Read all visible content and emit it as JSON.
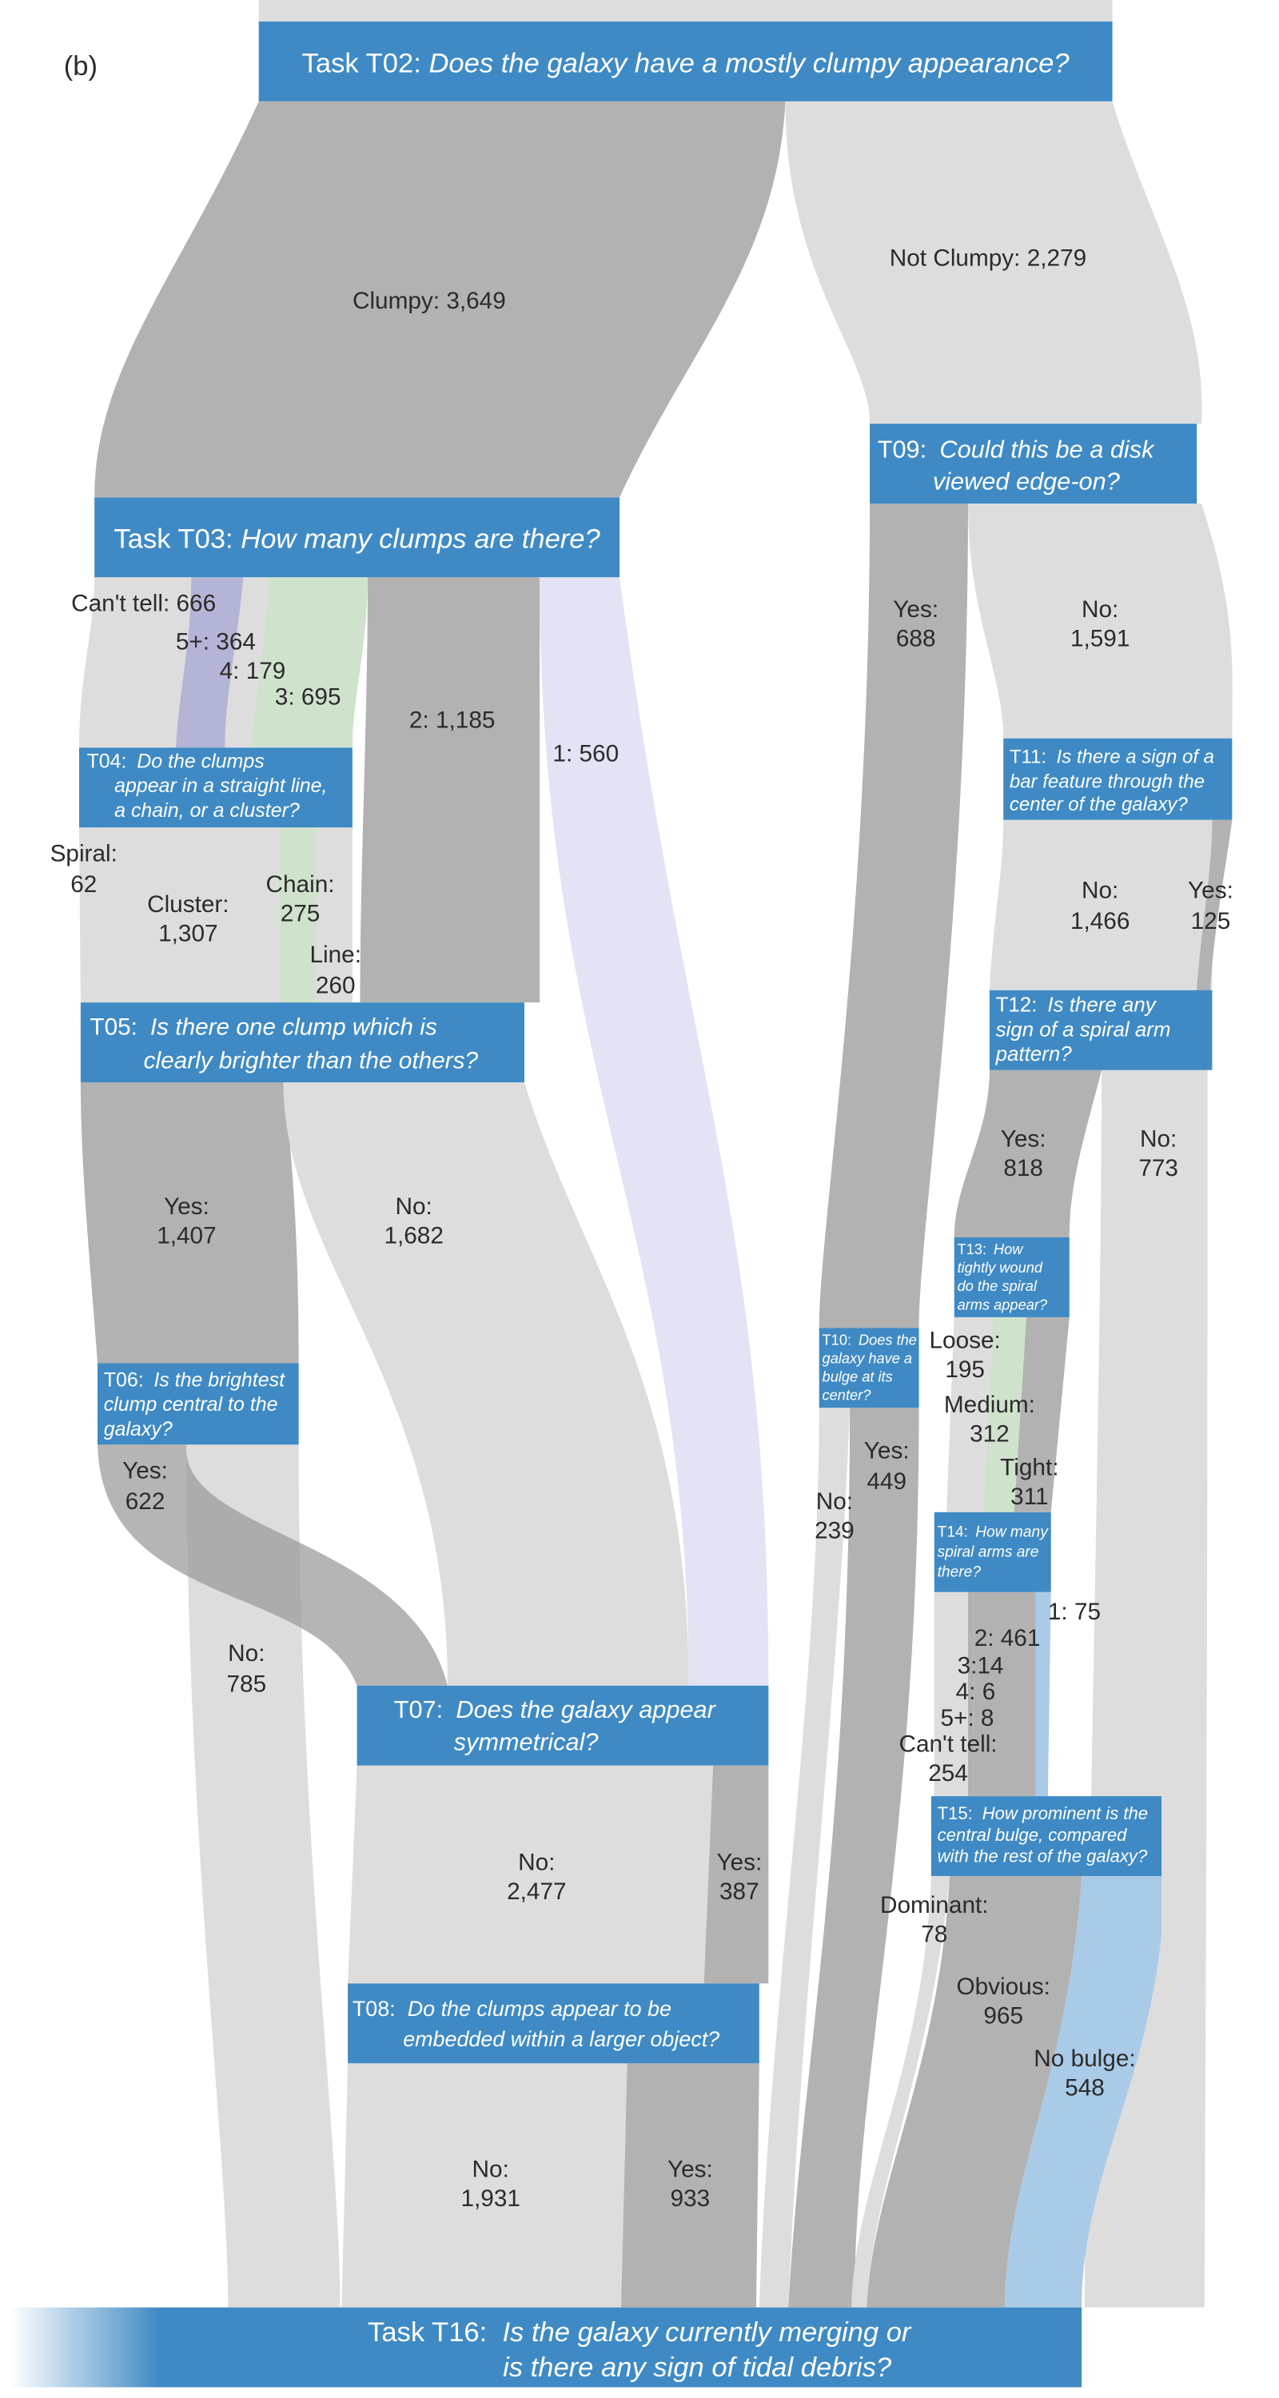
{
  "panel_label": "(b)",
  "colors": {
    "task_box": "#3f8ac4",
    "flow_dark": "#b2b2b2",
    "flow_light": "#dddddd",
    "flow_purple": "#b4b4d6",
    "flow_green": "#cfe3cc",
    "flow_lavender": "#e3e3f6",
    "flow_blue": "#a9cbe7",
    "flow_deep": "#999999"
  },
  "tasks": {
    "t02": {
      "id": "Task T02:",
      "q": "Does the galaxy have a mostly clumpy appearance?"
    },
    "t03": {
      "id": "Task T03:",
      "q": "How many clumps are there?"
    },
    "t04": {
      "id": "T04:",
      "q1": "Do the clumps",
      "q2": "appear in a straight line,",
      "q3": "a chain, or a cluster?"
    },
    "t05": {
      "id": "T05:",
      "q1": "Is there one clump which is",
      "q2": "clearly brighter than the others?"
    },
    "t06": {
      "id": "T06:",
      "q1": "Is the brightest",
      "q2": "clump central to the",
      "q3": "galaxy?"
    },
    "t07": {
      "id": "T07:",
      "q1": "Does the galaxy appear",
      "q2": "symmetrical?"
    },
    "t08": {
      "id": "T08:",
      "q1": "Do the clumps appear to be",
      "q2": "embedded within a larger object?"
    },
    "t09": {
      "id": "T09:",
      "q1": "Could this be a disk",
      "q2": "viewed edge-on?"
    },
    "t10": {
      "id": "T10:",
      "q1": "Does the",
      "q2": "galaxy have a",
      "q3": "bulge at its",
      "q4": "center?"
    },
    "t11": {
      "id": "T11:",
      "q1": "Is there a sign of a",
      "q2": "bar feature through the",
      "q3": "center of the galaxy?"
    },
    "t12": {
      "id": "T12:",
      "q1": "Is there any",
      "q2": "sign of a spiral arm",
      "q3": "pattern?"
    },
    "t13": {
      "id": "T13:",
      "q1": "How",
      "q2": "tightly wound",
      "q3": "do the spiral",
      "q4": "arms appear?"
    },
    "t14": {
      "id": "T14:",
      "q1": "How many",
      "q2": "spiral arms are",
      "q3": "there?"
    },
    "t15": {
      "id": "T15:",
      "q1": "How prominent is the",
      "q2": "central bulge, compared",
      "q3": "with the rest of the galaxy?"
    },
    "t16": {
      "id": "Task T16:",
      "q1": "Is the galaxy currently merging or",
      "q2": "is there any sign of tidal debris?"
    }
  },
  "flows": {
    "clumpy": "Clumpy: 3,649",
    "not_clumpy": "Not Clumpy: 2,279",
    "cant_tell_666": "Can't tell: 666",
    "five_plus_364": "5+: 364",
    "four_179": "4: 179",
    "three_695": "3: 695",
    "two_1185": "2: 1,185",
    "one_560": "1: 560",
    "spiral_label": "Spiral:",
    "spiral_value": "62",
    "cluster_label": "Cluster:",
    "cluster_value": "1,307",
    "chain_label": "Chain:",
    "chain_value": "275",
    "line_label": "Line:",
    "line_value": "260",
    "t05_yes_label": "Yes:",
    "t05_yes_value": "1,407",
    "t05_no_label": "No:",
    "t05_no_value": "1,682",
    "t06_yes_label": "Yes:",
    "t06_yes_value": "622",
    "t06_no_label": "No:",
    "t06_no_value": "785",
    "t07_no_label": "No:",
    "t07_no_value": "2,477",
    "t07_yes_label": "Yes:",
    "t07_yes_value": "387",
    "t08_no_label": "No:",
    "t08_no_value": "1,931",
    "t08_yes_label": "Yes:",
    "t08_yes_value": "933",
    "t09_yes_label": "Yes:",
    "t09_yes_value": "688",
    "t09_no_label": "No:",
    "t09_no_value": "1,591",
    "t11_no_label": "No:",
    "t11_no_value": "1,466",
    "t11_yes_label": "Yes:",
    "t11_yes_value": "125",
    "t12_yes_label": "Yes:",
    "t12_yes_value": "818",
    "t12_no_label": "No:",
    "t12_no_value": "773",
    "t10_yes_label": "Yes:",
    "t10_yes_value": "449",
    "t10_no_label": "No:",
    "t10_no_value": "239",
    "loose_label": "Loose:",
    "loose_value": "195",
    "medium_label": "Medium:",
    "medium_value": "312",
    "tight_label": "Tight:",
    "tight_value": "311",
    "arms_one": "1: 75",
    "arms_two": "2: 461",
    "arms_three": "3:14",
    "arms_four": "4: 6",
    "arms_five": "5+: 8",
    "arms_cant_label": "Can't tell:",
    "arms_cant_value": "254",
    "dominant_label": "Dominant:",
    "dominant_value": "78",
    "obvious_label": "Obvious:",
    "obvious_value": "965",
    "nobulge_label": "No bulge:",
    "nobulge_value": "548"
  }
}
